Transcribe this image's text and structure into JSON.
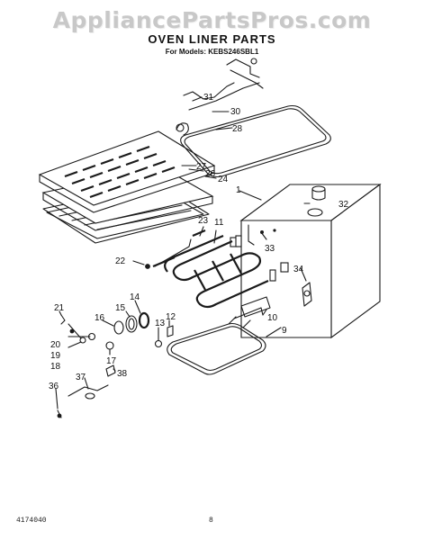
{
  "watermark": "AppliancePartsPros.com",
  "title": "OVEN LINER PARTS",
  "subtitle": "For Models: KEBS246SBL1",
  "footer": {
    "doc_number": "4174040",
    "page_number": "8"
  },
  "callouts": [
    "1",
    "9",
    "10",
    "11",
    "12",
    "13",
    "14",
    "15",
    "16",
    "17",
    "18",
    "19",
    "20",
    "21",
    "22",
    "23",
    "24",
    "26",
    "27",
    "28",
    "30",
    "31",
    "32",
    "33",
    "34",
    "36",
    "37",
    "38"
  ]
}
